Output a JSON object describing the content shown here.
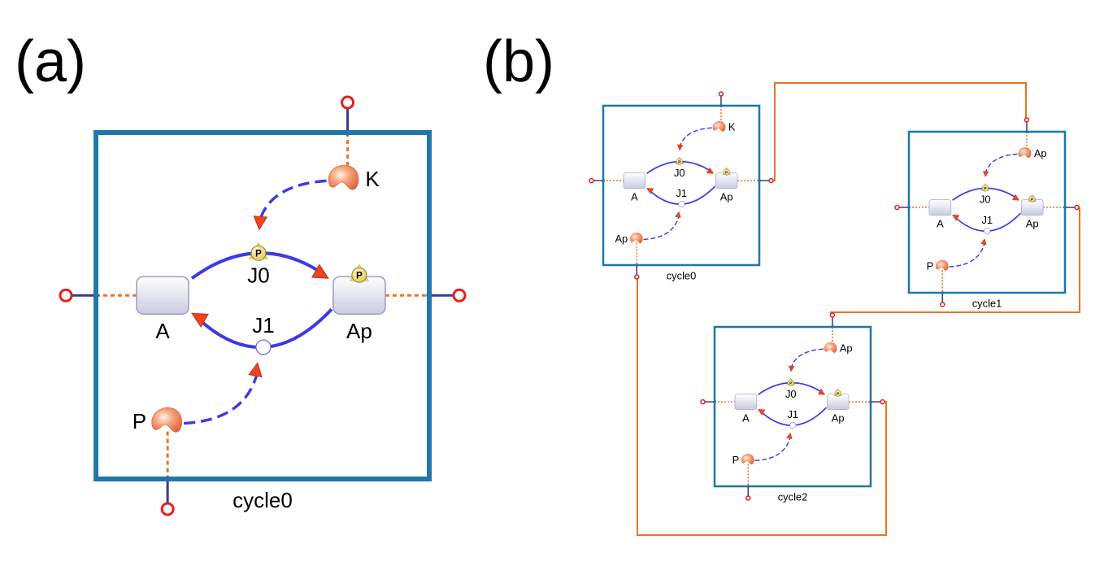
{
  "panels": [
    {
      "label": "(a)",
      "module": {
        "name": "cycle0",
        "species": {
          "a": "A",
          "ap": "Ap"
        },
        "reactions": {
          "j0": "J0",
          "j1": "J1"
        },
        "enzymes": {
          "top": "K",
          "bottom": "P"
        }
      }
    },
    {
      "label": "(b)",
      "modules": [
        {
          "name": "cycle0",
          "species": {
            "a": "A",
            "ap": "Ap"
          },
          "reactions": {
            "j0": "J0",
            "j1": "J1"
          },
          "enzymes": {
            "top": "K",
            "bottom": "Ap"
          }
        },
        {
          "name": "cycle1",
          "species": {
            "a": "A",
            "ap": "Ap"
          },
          "reactions": {
            "j0": "J0",
            "j1": "J1"
          },
          "enzymes": {
            "top": "Ap",
            "bottom": "P"
          }
        },
        {
          "name": "cycle2",
          "species": {
            "a": "A",
            "ap": "Ap"
          },
          "reactions": {
            "j0": "J0",
            "j1": "J1"
          },
          "enzymes": {
            "top": "Ap",
            "bottom": "P"
          }
        }
      ]
    }
  ],
  "colors": {
    "module_border": "#1f78a8",
    "reaction": "#3a3ae6",
    "connector": "#ee7222",
    "port": "#e02020",
    "port_stem": "#3a3a8a",
    "arrowhead": "#ee4422",
    "enzyme": "#f08a5a"
  },
  "icons": {
    "phospho_badge": "P"
  }
}
